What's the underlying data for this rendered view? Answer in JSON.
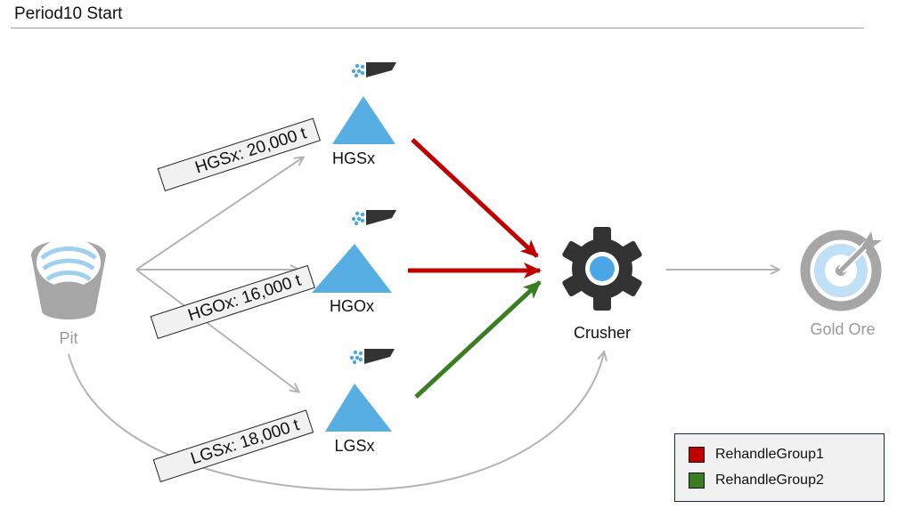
{
  "header": {
    "title": "Period10 Start"
  },
  "nodes": {
    "pit": {
      "label": "Pit"
    },
    "hgsx": {
      "label": "HGSx"
    },
    "hgox": {
      "label": "HGOx"
    },
    "lgsx": {
      "label": "LGSx"
    },
    "crusher": {
      "label": "Crusher"
    },
    "gold_ore": {
      "label": "Gold Ore"
    }
  },
  "stockpile_tags": [
    {
      "text": "HGSx: 20,000 t"
    },
    {
      "text": "HGOx: 16,000 t"
    },
    {
      "text": "LGSx: 18,000 t"
    }
  ],
  "legend": {
    "items": [
      {
        "label": "RehandleGroup1",
        "color": "#c00000"
      },
      {
        "label": "RehandleGroup2",
        "color": "#3a7d22"
      }
    ]
  },
  "colors": {
    "rehandle1": "#c00000",
    "rehandle2": "#3a7d22",
    "flow": "#b4b4b4",
    "stockpile": "#57aee3",
    "icon_dark": "#333333"
  },
  "icons": {
    "pit": "pit-icon",
    "stockpile": "stockpile-icon",
    "stacker": "stacker-icon",
    "crusher": "gear-icon",
    "target": "target-icon"
  }
}
